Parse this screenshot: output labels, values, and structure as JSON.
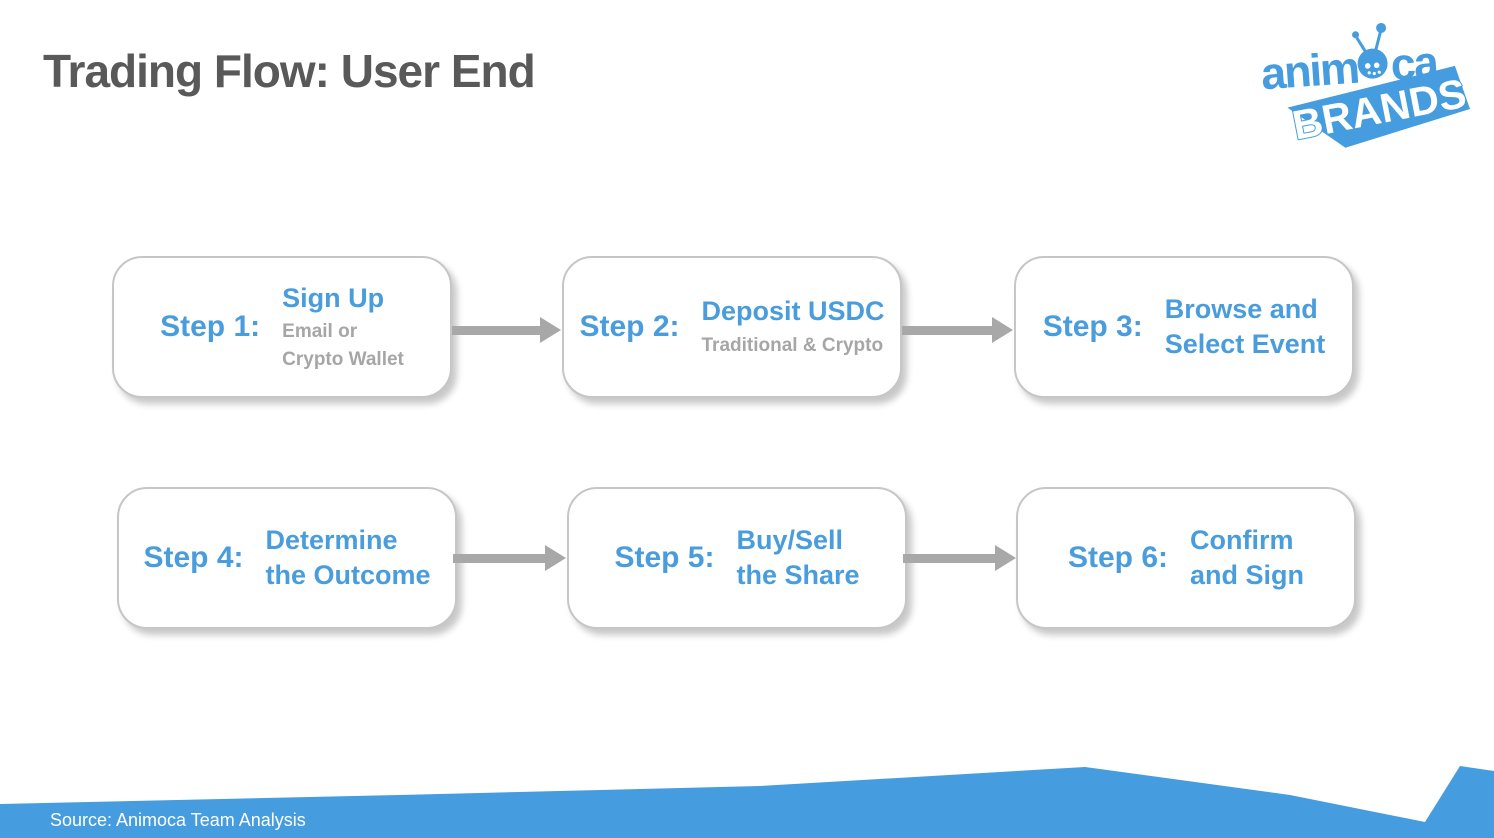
{
  "colors": {
    "accent_blue": "#4A9DDC",
    "band_blue": "#459CDE",
    "title_gray": "#595959",
    "subtitle_gray": "#A6A6A6",
    "arrow_gray": "#A8A8A8",
    "box_border": "#C6C6C6"
  },
  "header": {
    "title": "Trading Flow: User End"
  },
  "logo": {
    "text_top_left": "anim",
    "text_top_right": "ca",
    "text_bottom": "BRANDS"
  },
  "flow": {
    "steps": [
      {
        "label": "Step 1:",
        "title_lines": [
          "Sign Up"
        ],
        "subtitle_lines": [
          "Email or",
          "Crypto Wallet"
        ]
      },
      {
        "label": "Step 2:",
        "title_lines": [
          "Deposit USDC"
        ],
        "subtitle_lines": [
          "Traditional & Crypto"
        ]
      },
      {
        "label": "Step 3:",
        "title_lines": [
          "Browse and",
          "Select Event"
        ],
        "subtitle_lines": []
      },
      {
        "label": "Step 4:",
        "title_lines": [
          "Determine",
          "the Outcome"
        ],
        "subtitle_lines": []
      },
      {
        "label": "Step 5:",
        "title_lines": [
          "Buy/Sell",
          "the Share"
        ],
        "subtitle_lines": []
      },
      {
        "label": "Step 6:",
        "title_lines": [
          "Confirm",
          "and Sign"
        ],
        "subtitle_lines": []
      }
    ]
  },
  "footer": {
    "source": "Source: Animoca Team Analysis"
  }
}
